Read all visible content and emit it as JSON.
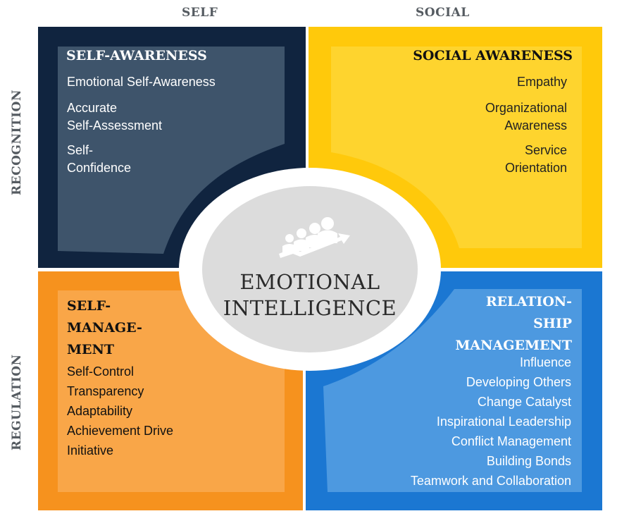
{
  "columns": {
    "left": "SELF",
    "right": "SOCIAL"
  },
  "rows": {
    "top": "RECOGNITION",
    "bottom": "REGULATION"
  },
  "center": {
    "line1": "EMOTIONAL",
    "line2": "INTELLIGENCE",
    "icon": "team-growth-arrow-icon"
  },
  "quadrants": {
    "self_awareness": {
      "title": "SELF-AWARENESS",
      "items": [
        "Emotional Self-Awareness",
        "Accurate\nSelf-Assessment",
        "Self-\nConfidence"
      ]
    },
    "social_awareness": {
      "title": "SOCIAL AWARENESS",
      "items": [
        "Empathy",
        "Organizational\nAwareness",
        "Service\nOrientation"
      ]
    },
    "self_management": {
      "title": "SELF-\nMANAGE-\nMENT",
      "items": [
        "Self-Control",
        "Transparency",
        "Adaptability",
        "Achievement Drive",
        "Initiative"
      ]
    },
    "relationship_management": {
      "title": "RELATION-\nSHIP\nMANAGEMENT",
      "items": [
        "Influence",
        "Developing Others",
        "Change Catalyst",
        "Inspirational Leadership",
        "Conflict Management",
        "Building Bonds",
        "Teamwork and Collaboration"
      ]
    }
  },
  "colors": {
    "self_awareness_dark": "#10243f",
    "self_awareness_panel": "#3e546b",
    "social_awareness_dark": "#ffc90b",
    "social_awareness_panel": "#fed42e",
    "self_management_dark": "#f6921e",
    "self_management_panel": "#f9a648",
    "relationship_dark": "#1b77d2",
    "relationship_panel": "#4d99e0",
    "center_fill": "#dcdcdc",
    "center_ring": "#ffffff",
    "label_gray": "#555b61"
  }
}
